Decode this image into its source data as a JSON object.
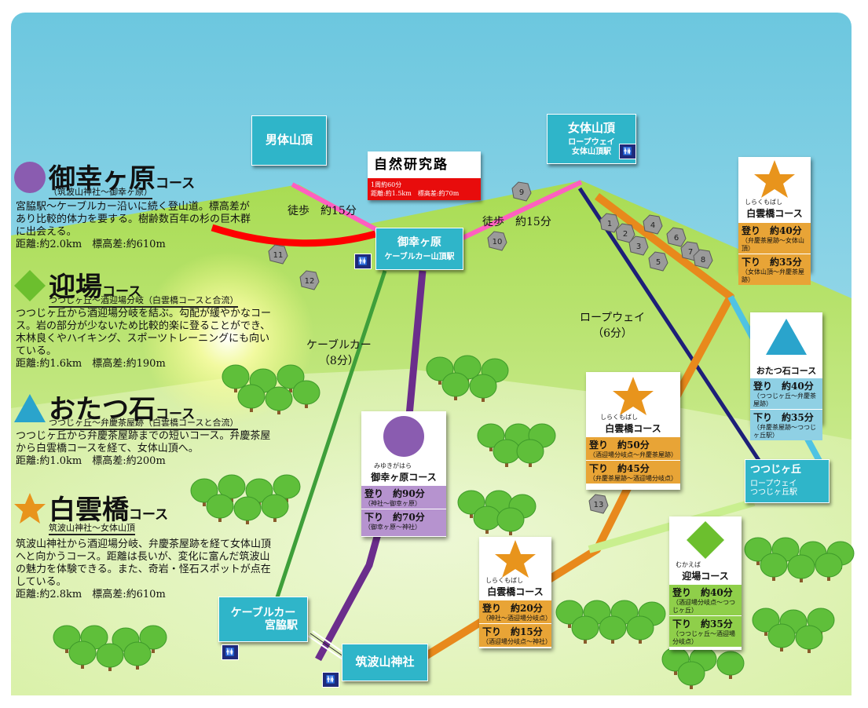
{
  "summits": {
    "nantai": "男体山頂",
    "nyotai": "女体山頂",
    "nyotai_station": "ロープウェイ\n女体山頂駅"
  },
  "nature_trail": {
    "title": "自然研究路",
    "info_line1": "1周約60分",
    "info_line2": "距離:約1.5km　標高差:約70m"
  },
  "mayugahara_stop": {
    "name": "御幸ヶ原",
    "station": "ケーブルカー山頂駅"
  },
  "walk_labels": {
    "left": "徒歩　約15分",
    "right": "徒歩　約15分"
  },
  "route_labels": {
    "cable_car": "ケーブルカー",
    "cable_car_time": "（8分）",
    "ropeway": "ロープウェイ",
    "ropeway_time": "（6分）"
  },
  "stations": {
    "cable_miyawaki_line1": "ケーブルカー",
    "cable_miyawaki_line2": "宮脇駅",
    "tsukubasan_jinja": "筑波山神社",
    "tsutsujigaoka_line1": "つつじヶ丘",
    "tsutsujigaoka_line2": "ロープウェイ",
    "tsutsujigaoka_line3": "つつじヶ丘駅"
  },
  "spot_numbers": [
    "1",
    "2",
    "3",
    "4",
    "5",
    "6",
    "7",
    "8",
    "9",
    "10",
    "11",
    "12",
    "13"
  ],
  "legend": [
    {
      "symbol": "circle",
      "color": "#8a5cb0",
      "title_big": "御幸ヶ原",
      "title_small": "コース",
      "subtitle": "（筑波山神社～御幸ヶ原）",
      "desc": "宮脇駅～ケーブルカー沿いに続く登山道。標高差があり比較的体力を要する。樹齢数百年の杉の巨木群に出会える。",
      "stats": "距離:約2.0km　標高差:約610m"
    },
    {
      "symbol": "diamond",
      "color": "#6cbf2e",
      "title_big": "迎場",
      "title_small": "コース",
      "subtitle": "つつじヶ丘～酒迎場分岐（白雲橋コースと合流）",
      "desc": "つつじヶ丘から酒迎場分岐を結ぶ。勾配が緩やかなコース。岩の部分が少ないため比較的楽に登ることができ、木林良くやハイキング、スポーツトレーニングにも向いている。",
      "stats": "距離:約1.6km　標高差:約190m"
    },
    {
      "symbol": "triangle",
      "color": "#2aa4cc",
      "title_big": "おたつ石",
      "title_small": "コース",
      "subtitle": "つつじヶ丘～弁慶茶屋跡（白雲橋コースと合流）",
      "desc": "つつじヶ丘から弁慶茶屋跡までの短いコース。弁慶茶屋から白雲橋コースを経て、女体山頂へ。",
      "stats": "距離:約1.0km　標高差:約200m"
    },
    {
      "symbol": "star",
      "color": "#e8941c",
      "title_big": "白雲橋",
      "title_small": "コース",
      "subtitle": "筑波山神社～女体山頂",
      "desc": "筑波山神社から酒迎場分岐、弁慶茶屋跡を経て女体山頂へと向かうコース。距離は長いが、変化に富んだ筑波山の魅力を体験できる。また、奇岩・怪石スポットが点在している。",
      "stats": "距離:約2.8km　標高差:約610m"
    }
  ],
  "cards": {
    "shiraku_top": {
      "ruby": "しらくもばし",
      "name": "白雲橋コース",
      "up": "登り　約40分",
      "up_sub": "（弁慶茶屋跡～女体山頂）",
      "down": "下り　約35分",
      "down_sub": "（女体山頂～弁慶茶屋跡）"
    },
    "otatsu": {
      "name": "おたつ石コース",
      "up": "登り　約40分",
      "up_sub": "（つつじヶ丘～弁慶茶屋跡）",
      "down": "下り　約35分",
      "down_sub": "（弁慶茶屋跡～つつじヶ丘駅）"
    },
    "shiraku_mid": {
      "ruby": "しらくもばし",
      "name": "白雲橋コース",
      "up": "登り　約50分",
      "up_sub": "（酒迎場分岐点～弁慶茶屋跡）",
      "down": "下り　約45分",
      "down_sub": "（弁慶茶屋跡～酒迎場分岐点）"
    },
    "miyukigahara": {
      "ruby": "みゆきがはら",
      "name": "御幸ヶ原コース",
      "up": "登り　約90分",
      "up_sub": "（神社～御幸ヶ原）",
      "down": "下り　約70分",
      "down_sub": "（御幸ヶ原～神社）"
    },
    "shiraku_low": {
      "ruby": "しらくもばし",
      "name": "白雲橋コース",
      "up": "登り　約20分",
      "up_sub": "（神社～酒迎場分岐点）",
      "down": "下り　約15分",
      "down_sub": "（酒迎場分岐点～神社）"
    },
    "mukaeba": {
      "ruby": "むかえば",
      "name": "迎場コース",
      "up": "登り　約40分",
      "up_sub": "（酒迎場分岐点～つつじヶ丘）",
      "down": "下り　約35分",
      "down_sub": "（つつじヶ丘～酒迎場分岐点）"
    }
  },
  "colors": {
    "sky": "#8fd3e6",
    "ground": "#b6e06a",
    "cable_line": "#3e9f3a",
    "ropeway_line": "#1d1f78",
    "purple_trail": "#6b2d8c",
    "orange_trail": "#e8891c",
    "red_trail": "#ff0000",
    "pink_trail": "#ff5fc0",
    "stamp": "#2fb5c9",
    "star": "#e8941c",
    "purple": "#8a5cb0",
    "green": "#6cbf2e",
    "teal": "#2aa4cc"
  },
  "icons": [
    "restroom-icon"
  ]
}
